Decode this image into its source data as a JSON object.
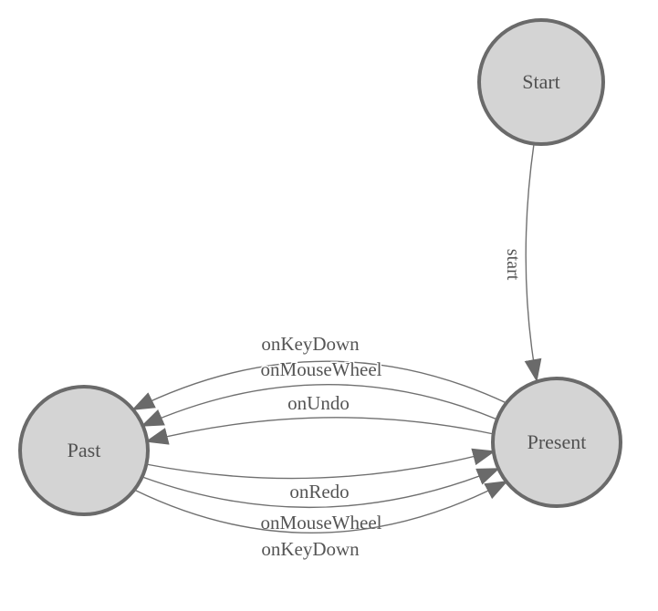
{
  "diagram": {
    "type": "state-machine",
    "colors": {
      "background": "#ffffff",
      "node_fill": "#d4d4d4",
      "node_border": "#6a6a6a",
      "edge_line": "#707070",
      "arrowhead": "#6a6a6a",
      "node_text": "#515151",
      "edge_text": "#555555"
    },
    "nodes": [
      {
        "id": "start",
        "label": "Start"
      },
      {
        "id": "past",
        "label": "Past"
      },
      {
        "id": "present",
        "label": "Present"
      }
    ],
    "edges": [
      {
        "from": "start",
        "to": "present",
        "label": "start"
      },
      {
        "from": "present",
        "to": "past",
        "label": "onKeyDown"
      },
      {
        "from": "present",
        "to": "past",
        "label": "onMouseWheel"
      },
      {
        "from": "present",
        "to": "past",
        "label": "onUndo"
      },
      {
        "from": "past",
        "to": "present",
        "label": "onRedo"
      },
      {
        "from": "past",
        "to": "present",
        "label": "onMouseWheel"
      },
      {
        "from": "past",
        "to": "present",
        "label": "onKeyDown"
      }
    ]
  }
}
